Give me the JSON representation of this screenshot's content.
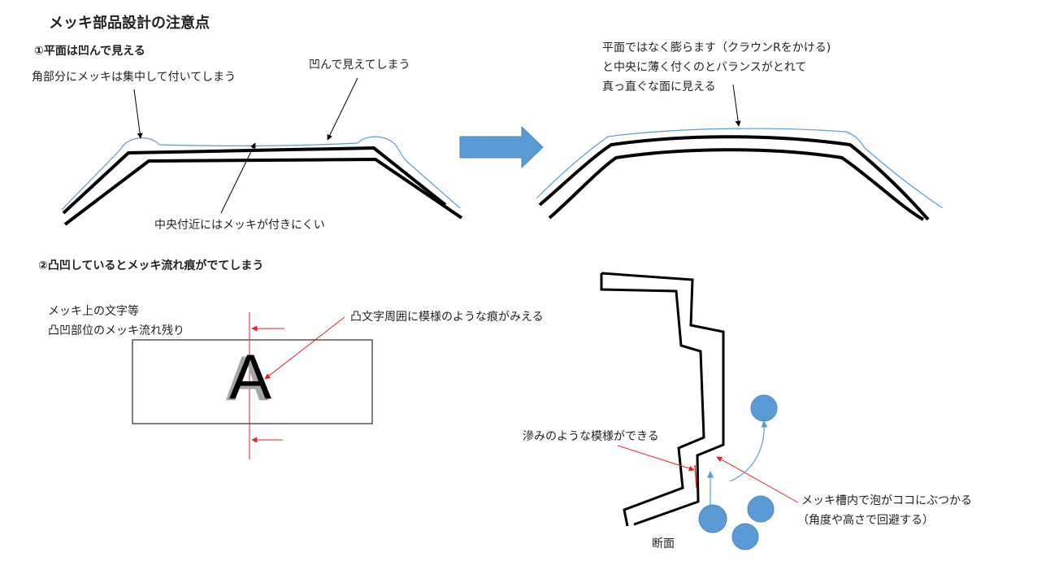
{
  "title": "メッキ部品設計の注意点",
  "section1": {
    "heading": "①平面は凹んで見える",
    "corner_note": "角部分にメッキは集中して付いてしまう",
    "dent_note": "凹んで見えてしまう",
    "center_note": "中央付近にはメッキが付きにくい",
    "fix_lines": [
      "平面ではなく膨らます（クラウンRをかける)",
      "と中央に薄く付くのとバランスがとれて",
      "真っ直ぐな面に見える"
    ]
  },
  "section2": {
    "heading": "②凸凹しているとメッキ流れ痕がでてしまう",
    "text_on_plating": "メッキ上の文字等",
    "flow_residue": "凸凹部位のメッキ流れ残り",
    "pattern_note": "凸文字周囲に模様のような痕がみえる",
    "letter": "A",
    "bleed_note": "滲みのような模様ができる",
    "bubble_note": "メッキ槽内で泡がココにぶつかる",
    "avoid_note": "（角度や高さで回避する）",
    "section_label": "断面"
  },
  "colors": {
    "plating_line": "#5b9bd5",
    "arrow_fill": "#5b9bd5",
    "bubble": "#5b9bd5",
    "leader_red": "#e02020",
    "part": "#000000"
  }
}
